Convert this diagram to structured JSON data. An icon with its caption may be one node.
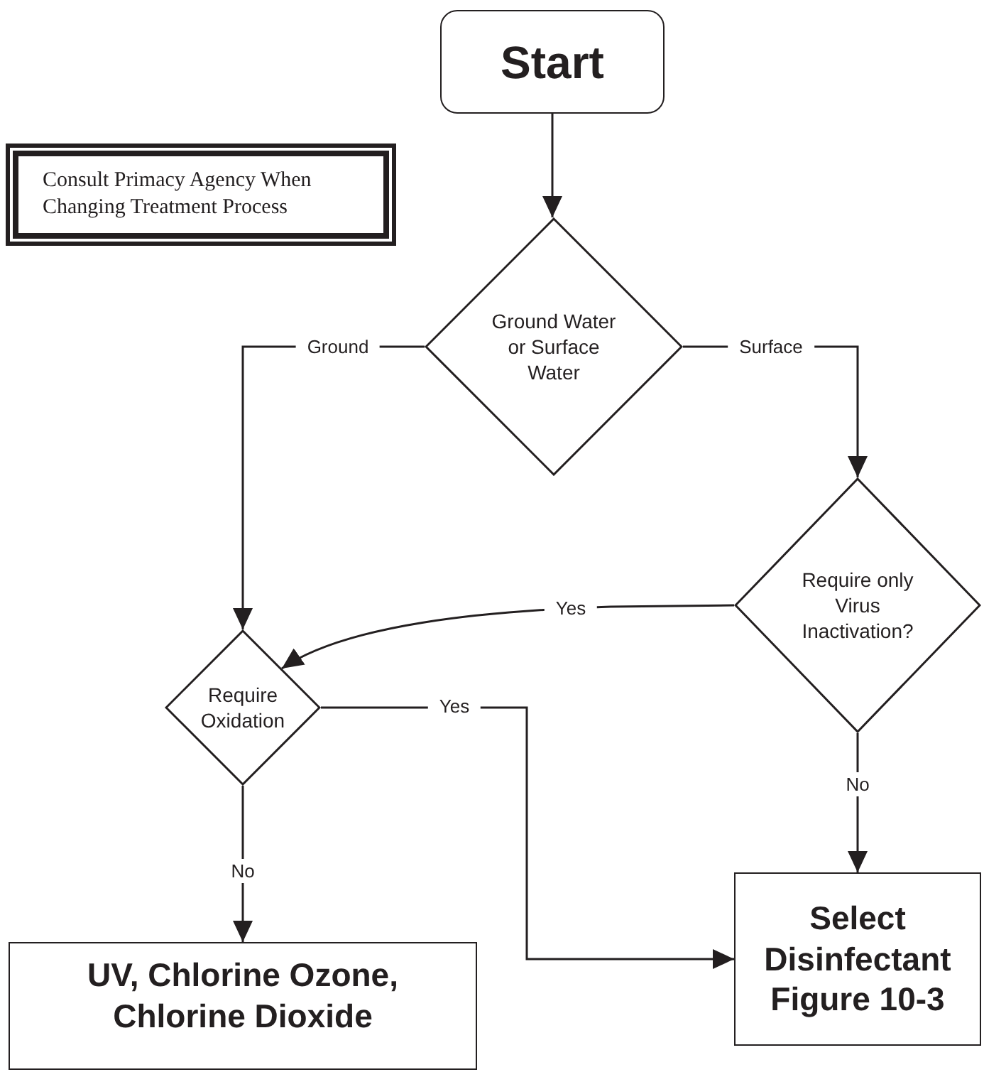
{
  "diagram": {
    "nodes": [
      {
        "text": [
          "Start"
        ]
      },
      {
        "text": [
          "Consult Primacy Agency When Changing Treatment Process"
        ]
      },
      {
        "text": [
          "Ground Water or Surface Water"
        ]
      },
      {
        "text": [
          "Require only Virus Inactivation?"
        ]
      },
      {
        "text": [
          "Require Oxidation"
        ]
      },
      {
        "text": [
          "UV, Chlorine Ozone, Chlorine Dioxide"
        ]
      },
      {
        "text": [
          "Select Disinfectant Figure 10-3"
        ]
      }
    ],
    "edges": [
      {
        "from": 0,
        "to": 2,
        "arrow": "to"
      },
      {
        "from": 2,
        "to": 4,
        "arrow": "to",
        "label": "Ground"
      },
      {
        "from": 2,
        "to": 3,
        "arrow": "to",
        "label": "Surface"
      },
      {
        "from": 3,
        "to": 4,
        "arrow": "to",
        "label": "Yes"
      },
      {
        "from": 4,
        "to": 6,
        "arrow": "to",
        "label": "Yes"
      },
      {
        "from": 3,
        "to": 6,
        "arrow": "to",
        "label": "No"
      },
      {
        "from": 4,
        "to": 5,
        "arrow": "to",
        "label": "No"
      }
    ]
  }
}
